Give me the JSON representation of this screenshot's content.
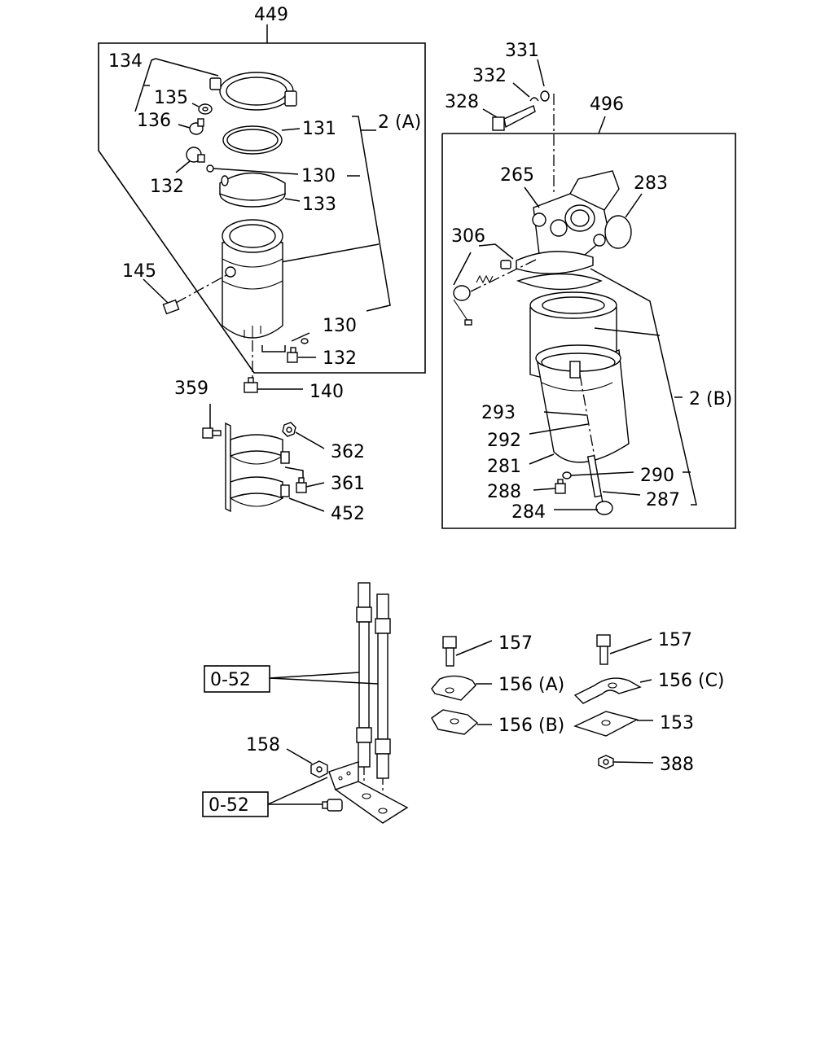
{
  "labels": {
    "l449": "449",
    "l134": "134",
    "l135": "135",
    "l136": "136",
    "l131": "131",
    "l2a": "2 (A)",
    "l132a": "132",
    "l130a": "130",
    "l133": "133",
    "l145": "145",
    "l130b": "130",
    "l132b": "132",
    "l140": "140",
    "l359": "359",
    "l362": "362",
    "l361": "361",
    "l452": "452",
    "l331": "331",
    "l332": "332",
    "l328": "328",
    "l496": "496",
    "l265": "265",
    "l283": "283",
    "l306": "306",
    "l2b": "2 (B)",
    "l293": "293",
    "l292": "292",
    "l281": "281",
    "l290": "290",
    "l288": "288",
    "l287": "287",
    "l284": "284",
    "l052a": "0-52",
    "l052b": "0-52",
    "l158": "158",
    "l157a": "157",
    "l156a": "156 (A)",
    "l156b": "156 (B)",
    "l157b": "157",
    "l156c": "156 (C)",
    "l153": "153",
    "l388": "388"
  }
}
